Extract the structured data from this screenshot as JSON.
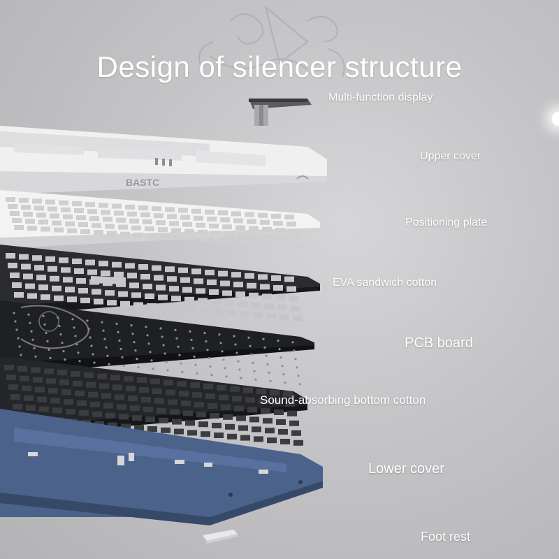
{
  "title": "Design of silencer structure",
  "brand_mark": "BASTC",
  "layers": [
    {
      "id": "display",
      "label": "Multi-function display"
    },
    {
      "id": "upper-cover",
      "label": "Upper cover"
    },
    {
      "id": "positioning-plate",
      "label": "Positioning plate"
    },
    {
      "id": "eva-cotton",
      "label": "EVA sandwich cotton"
    },
    {
      "id": "pcb",
      "label": "PCB board"
    },
    {
      "id": "sound-cotton",
      "label": "Sound-absorbing bottom cotton"
    },
    {
      "id": "lower-cover",
      "label": "Lower cover"
    },
    {
      "id": "foot-rest",
      "label": "Foot rest"
    }
  ],
  "colors": {
    "background": "#c4c4c7",
    "text": "#ffffff",
    "upper_cover": "#ececec",
    "plate": "#f2f2f2",
    "eva": "#2a2b2e",
    "pcb": "#1d1e20",
    "sound_cotton": "#242527",
    "lower_cover": "#4a6088"
  }
}
